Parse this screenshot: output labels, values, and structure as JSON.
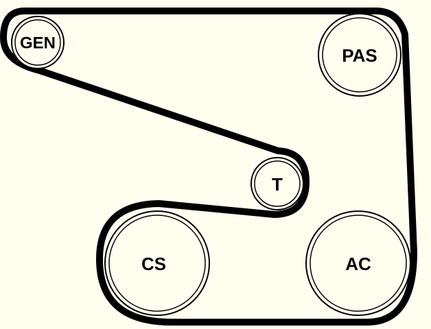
{
  "diagram": {
    "colors": {
      "background": "#fffff0",
      "belt": "#000000",
      "pulley": "#000000"
    },
    "pulleys": {
      "gen": {
        "label": "GEN"
      },
      "pas": {
        "label": "PAS"
      },
      "t": {
        "label": "T"
      },
      "cs": {
        "label": "CS"
      },
      "ac": {
        "label": "AC"
      }
    }
  }
}
